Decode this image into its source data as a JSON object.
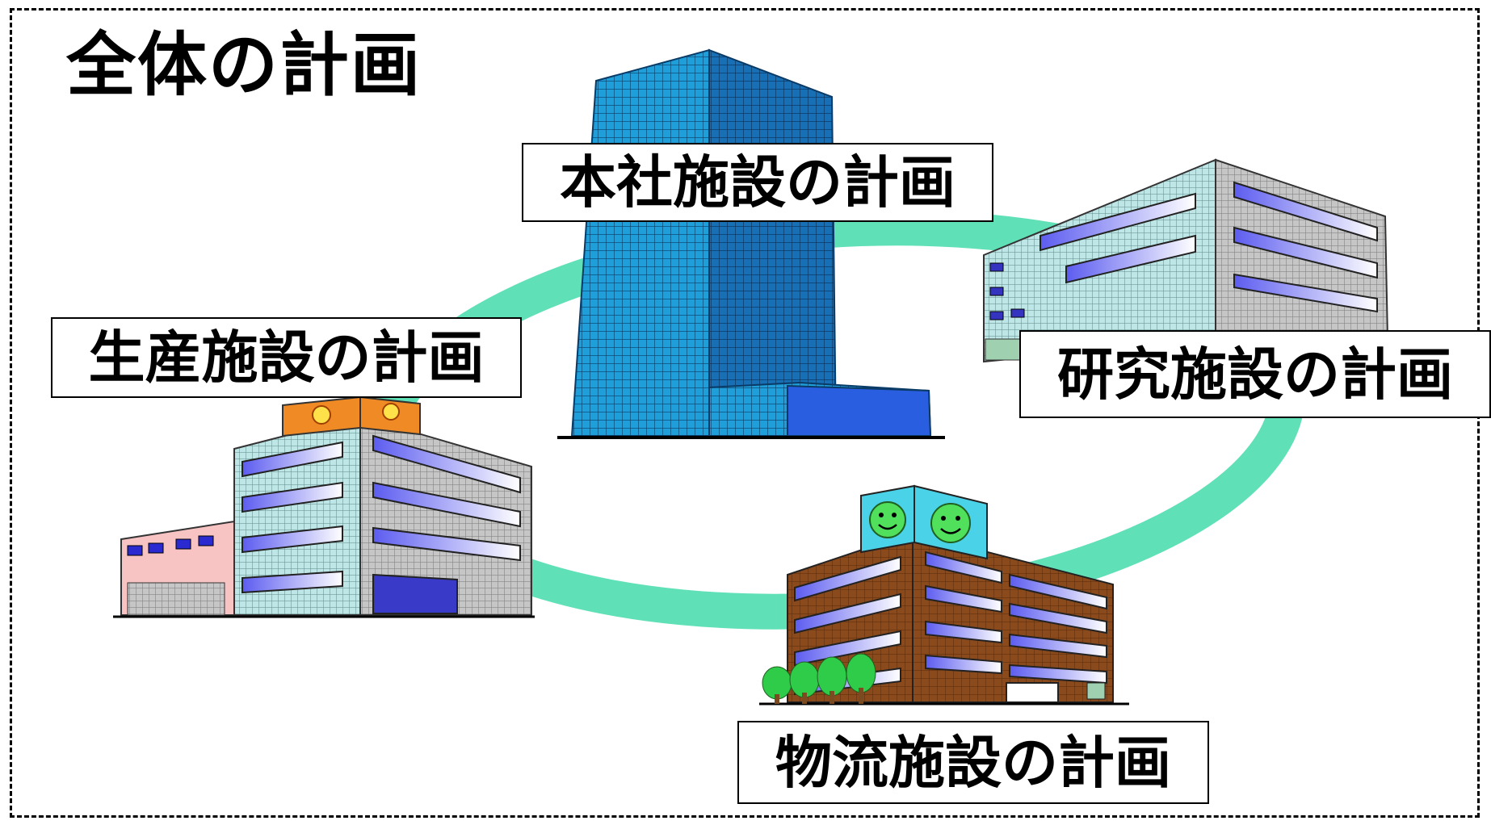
{
  "title": "全体の計画",
  "labels": {
    "headquarters": "本社施設の計画",
    "production": "生産施設の計画",
    "research": "研究施設の計画",
    "logistics": "物流施設の計画"
  },
  "colors": {
    "ring": "#5fe0b7",
    "hq_tower": "#1e9bd8",
    "hq_tower_side": "#1570b4",
    "gray_building": "#bfc0c0",
    "window_band": "#7c7cf0",
    "logistics_brown": "#8b4a1c",
    "smiley_sign": "#4ad2e8",
    "sun_sign": "#f08a24",
    "pink_annex": "#f7c3c3",
    "tree": "#2fcc4a"
  },
  "icons": [
    "office-tower-icon",
    "factory-building-icon",
    "research-building-icon",
    "warehouse-building-icon",
    "smiley-face-icon",
    "sun-icon",
    "tree-icon"
  ]
}
